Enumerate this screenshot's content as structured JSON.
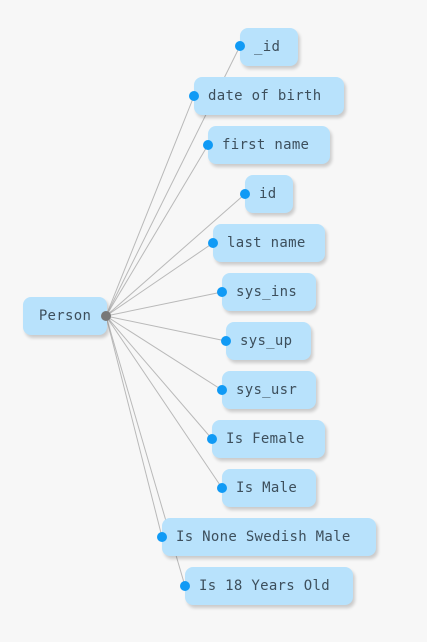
{
  "diagram": {
    "root": {
      "label": "Person"
    },
    "fields": [
      {
        "label": "_id"
      },
      {
        "label": "date of birth"
      },
      {
        "label": "first name"
      },
      {
        "label": "id"
      },
      {
        "label": "last name"
      },
      {
        "label": "sys_ins"
      },
      {
        "label": "sys_up"
      },
      {
        "label": "sys_usr"
      },
      {
        "label": "Is Female"
      },
      {
        "label": "Is Male"
      },
      {
        "label": "Is None Swedish Male"
      },
      {
        "label": "Is 18 Years Old"
      }
    ]
  },
  "colors": {
    "node_fill": "#b8e2fc",
    "field_port": "#109af5",
    "root_port": "#787878",
    "edge": "#b9b9b9",
    "background": "#f7f7f7"
  }
}
